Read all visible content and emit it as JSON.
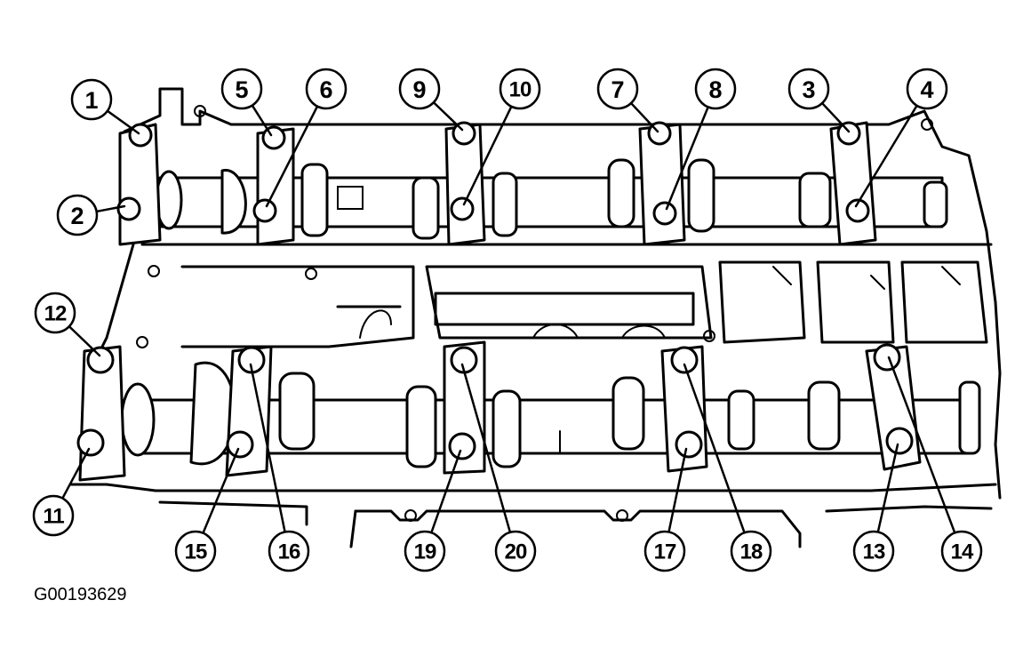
{
  "figure_code": "G00193629",
  "callouts": [
    "1",
    "2",
    "3",
    "4",
    "5",
    "6",
    "7",
    "8",
    "9",
    "10",
    "11",
    "12",
    "13",
    "14",
    "15",
    "16",
    "17",
    "18",
    "19",
    "20"
  ]
}
